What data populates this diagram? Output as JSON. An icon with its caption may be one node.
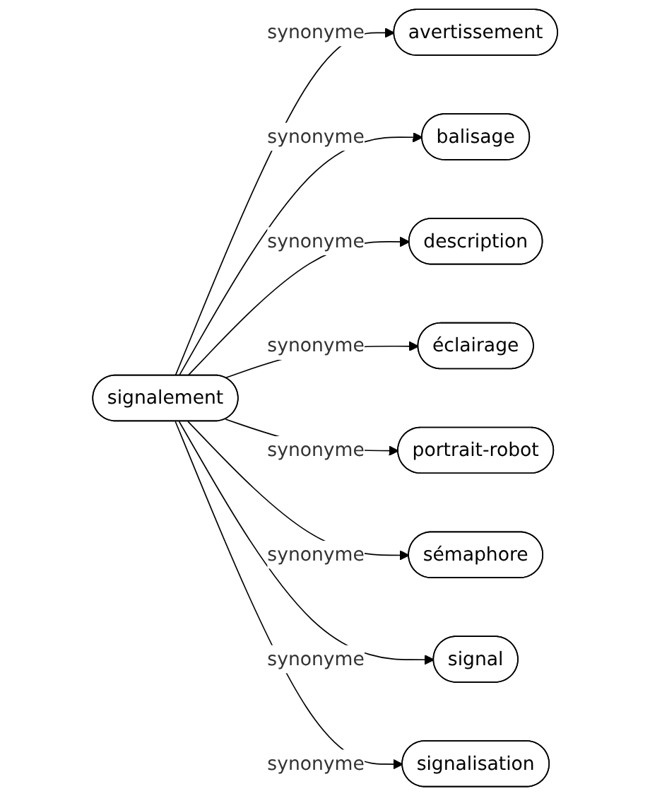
{
  "diagram": {
    "nodes": [
      {
        "text": [
          "signalement"
        ]
      },
      {
        "text": [
          "avertissement"
        ]
      },
      {
        "text": [
          "balisage"
        ]
      },
      {
        "text": [
          "description"
        ]
      },
      {
        "text": [
          "éclairage"
        ]
      },
      {
        "text": [
          "portrait-robot"
        ]
      },
      {
        "text": [
          "sémaphore"
        ]
      },
      {
        "text": [
          "signal"
        ]
      },
      {
        "text": [
          "signalisation"
        ]
      }
    ],
    "edges": [
      {
        "from": 0,
        "to": 1,
        "arrow": "to",
        "label": "synonyme"
      },
      {
        "from": 0,
        "to": 2,
        "arrow": "to",
        "label": "synonyme"
      },
      {
        "from": 0,
        "to": 3,
        "arrow": "to",
        "label": "synonyme"
      },
      {
        "from": 0,
        "to": 4,
        "arrow": "to",
        "label": "synonyme"
      },
      {
        "from": 0,
        "to": 5,
        "arrow": "to",
        "label": "synonyme"
      },
      {
        "from": 0,
        "to": 6,
        "arrow": "to",
        "label": "synonyme"
      },
      {
        "from": 0,
        "to": 7,
        "arrow": "to",
        "label": "synonyme"
      },
      {
        "from": 0,
        "to": 8,
        "arrow": "to",
        "label": "synonyme"
      }
    ]
  }
}
